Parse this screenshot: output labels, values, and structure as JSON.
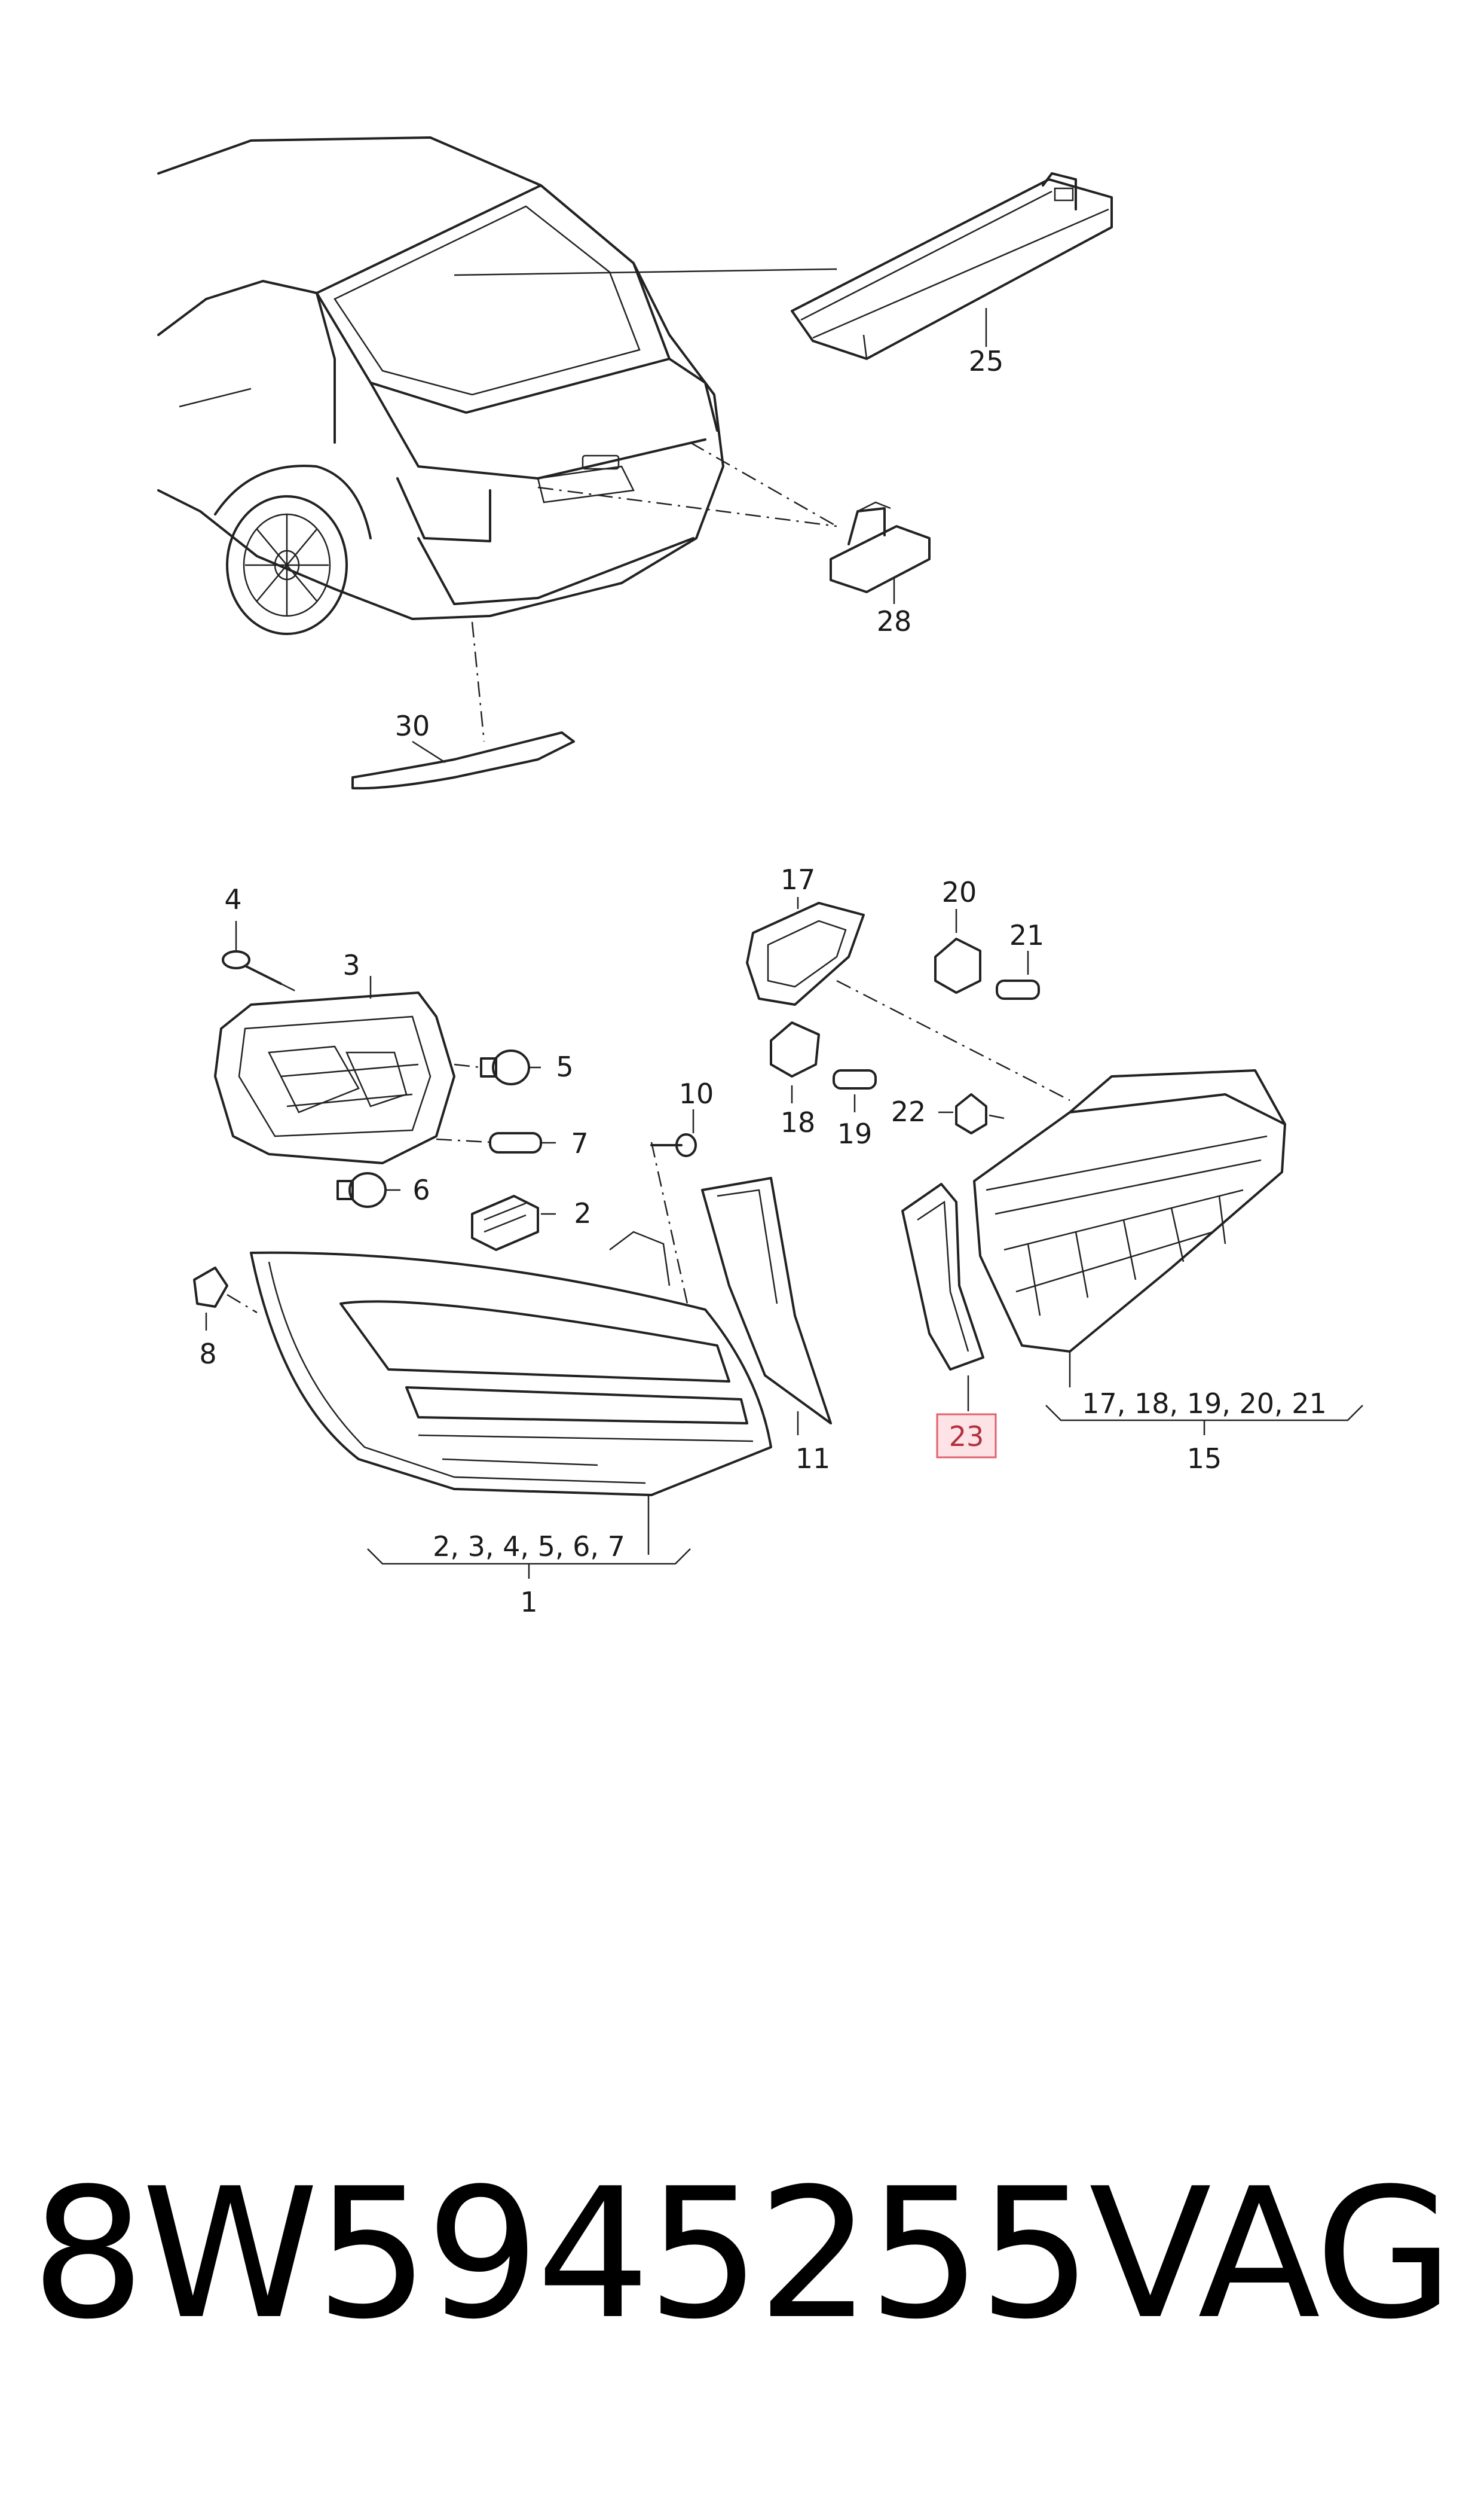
{
  "callouts": {
    "c25": "25",
    "c28": "28",
    "c30": "30",
    "c17": "17",
    "c20": "20",
    "c21": "21",
    "c4": "4",
    "c3": "3",
    "c5": "5",
    "c7": "7",
    "c6": "6",
    "c2": "2",
    "c10": "10",
    "c18": "18",
    "c19": "19",
    "c22": "22",
    "c8": "8",
    "c11": "11",
    "c23": "23",
    "c1": "1",
    "c15": "15"
  },
  "groups": {
    "group1_members": "2, 3, 4, 5, 6, 7",
    "group15_members": "17, 18, 19, 20, 21"
  },
  "highlighted_part": "23",
  "footer": {
    "part_number": "8W5945255",
    "brand": "VAG"
  },
  "colors": {
    "highlight_fill": "#fde3e6",
    "highlight_stroke": "#e0606c",
    "line": "#222222"
  }
}
